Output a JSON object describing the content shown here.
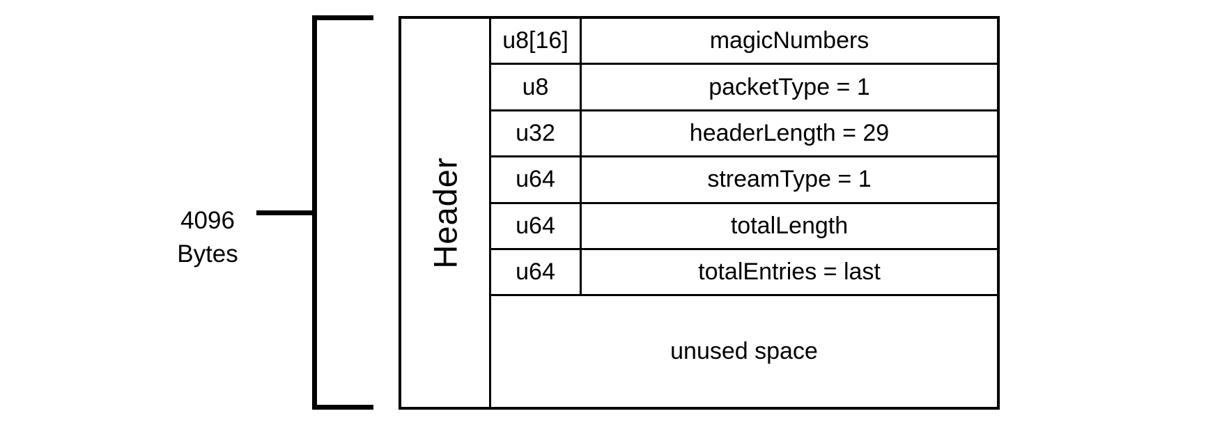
{
  "diagram": {
    "size_label": {
      "line1": "4096",
      "line2": "Bytes"
    },
    "group_label": "Header",
    "rows": [
      {
        "type": "u8[16]",
        "name": "magicNumbers"
      },
      {
        "type": "u8",
        "name": "packetType = 1"
      },
      {
        "type": "u32",
        "name": "headerLength = 29"
      },
      {
        "type": "u64",
        "name": "streamType = 1"
      },
      {
        "type": "u64",
        "name": "totalLength"
      },
      {
        "type": "u64",
        "name": "totalEntries = last"
      }
    ],
    "unused_label": "unused space",
    "colors": {
      "line": "#000000",
      "background": "#ffffff"
    }
  }
}
